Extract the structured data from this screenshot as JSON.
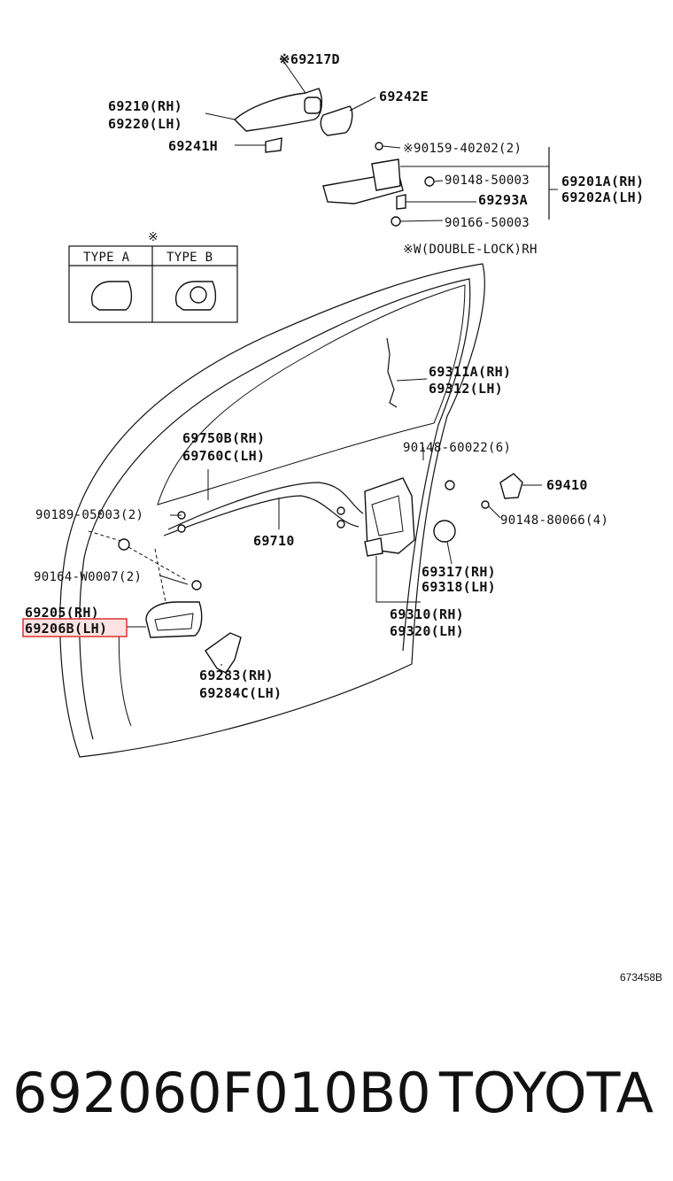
{
  "labels": {
    "p69217d": "※69217D",
    "p69210": "69210(RH)",
    "p69220": "69220(LH)",
    "p69242e": "69242E",
    "p69241h": "69241H",
    "p90159": "※90159-40202(2)",
    "p90148_50003": "90148-50003",
    "p69293a": "69293A",
    "p69201a": "69201A(RH)",
    "p69202a": "69202A(LH)",
    "p90166": "90166-50003",
    "double_lock": "※W(DOUBLE-LOCK)RH",
    "type_note": "※",
    "type_a": "TYPE A",
    "type_b": "TYPE B",
    "p69311a": "69311A(RH)",
    "p69312": "69312(LH)",
    "p69750b": "69750B(RH)",
    "p69760c": "69760C(LH)",
    "p90148_60022": "90148-60022(6)",
    "p69410": "69410",
    "p90189": "90189-05003(2)",
    "p69710": "69710",
    "p90148_80066": "90148-80066(4)",
    "p90164": "90164-W0007(2)",
    "p69317": "69317(RH)",
    "p69318": "69318(LH)",
    "p69205": "69205(RH)",
    "p69206b": "69206B(LH)",
    "p69310": "69310(RH)",
    "p69320": "69320(LH)",
    "p69283": "69283(RH)",
    "p69284c": "69284C(LH)",
    "diagram_ref": "673458B"
  },
  "footer": {
    "part_number": "692060F010B0",
    "brand": "TOYOTA"
  },
  "colors": {
    "highlight": "#e03030",
    "highlight_fill": "#fbe3e3",
    "ink": "#111111"
  }
}
